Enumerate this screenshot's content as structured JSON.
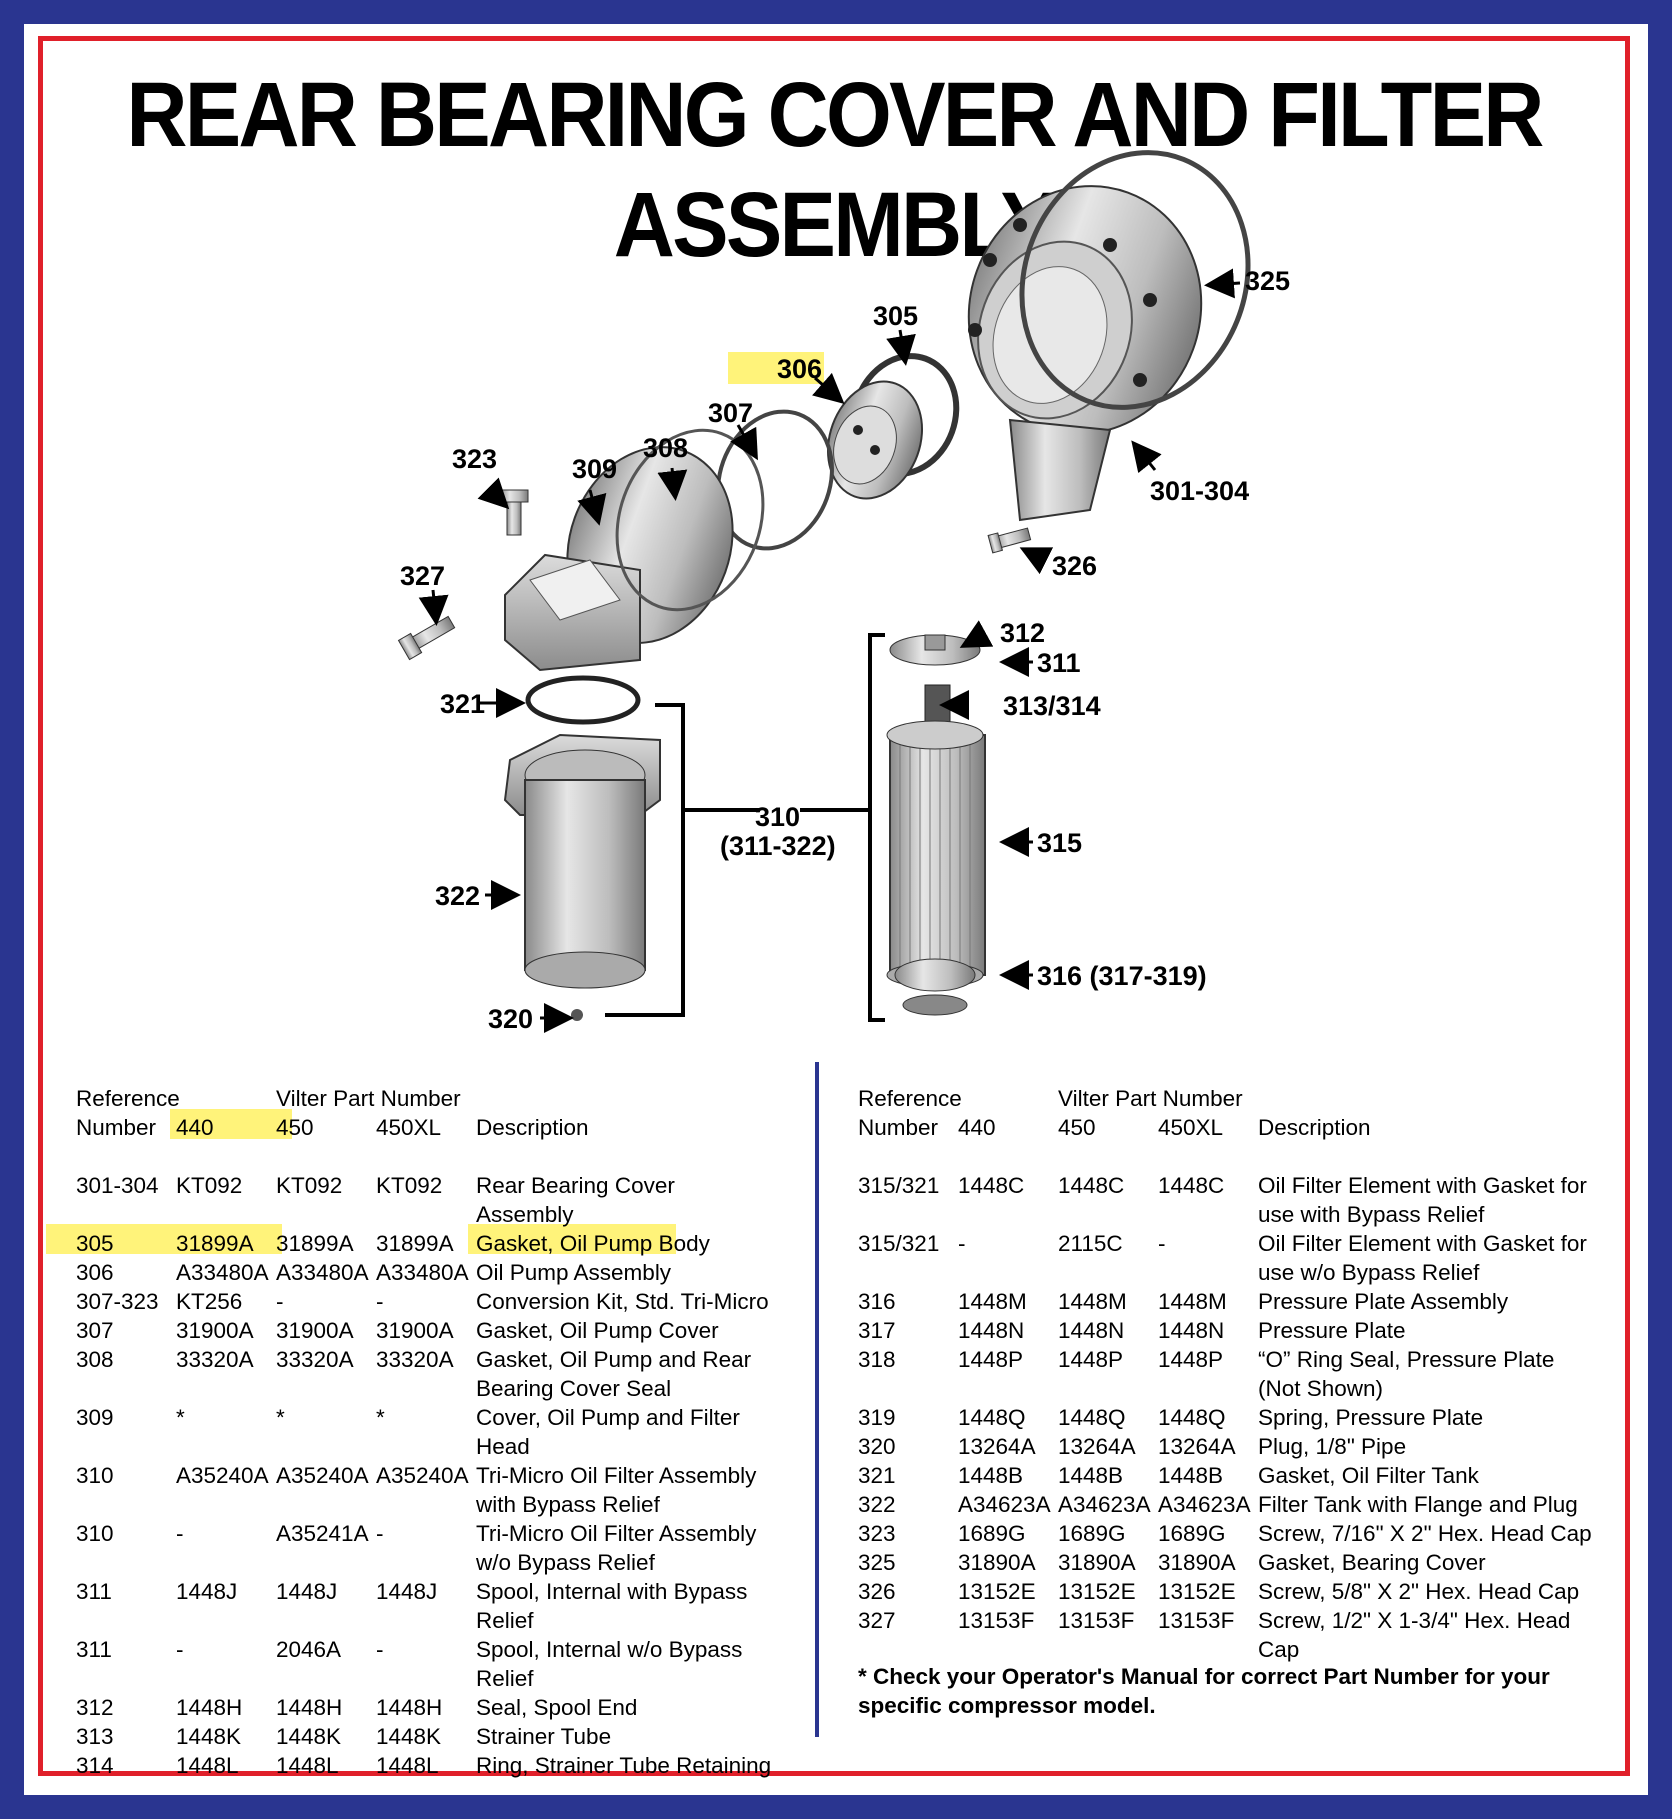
{
  "title": "REAR BEARING COVER AND FILTER ASSEMBLY",
  "callouts": {
    "c325": "325",
    "c305": "305",
    "c306": "306",
    "c307": "307",
    "c308": "308",
    "c309": "309",
    "c323": "323",
    "c301_304": "301-304",
    "c326": "326",
    "c327": "327",
    "c312": "312",
    "c311": "311",
    "c313_314": "313/314",
    "c321": "321",
    "c310": "310",
    "c310_range": "(311-322)",
    "c315": "315",
    "c322": "322",
    "c316": "316 (317-319)",
    "c320": "320"
  },
  "table_headers": {
    "reference": "Reference",
    "number": "Number",
    "vilter": "Vilter Part Number",
    "col440": "440",
    "col450": "450",
    "col450xl": "450XL",
    "description": "Description"
  },
  "left_rows": [
    {
      "ref": "301-304",
      "p440": "KT092",
      "p450": "KT092",
      "p450xl": "KT092",
      "desc": "Rear Bearing Cover Assembly"
    },
    {
      "ref": "305",
      "p440": "31899A",
      "p450": "31899A",
      "p450xl": "31899A",
      "desc": "Gasket, Oil Pump Body"
    },
    {
      "ref": "306",
      "p440": "A33480A",
      "p450": "A33480A",
      "p450xl": "A33480A",
      "desc": "Oil Pump Assembly"
    },
    {
      "ref": "307-323",
      "p440": "KT256",
      "p450": "-",
      "p450xl": "-",
      "desc": "Conversion Kit, Std. Tri-Micro"
    },
    {
      "ref": "307",
      "p440": "31900A",
      "p450": "31900A",
      "p450xl": "31900A",
      "desc": "Gasket, Oil Pump Cover"
    },
    {
      "ref": "308",
      "p440": "33320A",
      "p450": "33320A",
      "p450xl": "33320A",
      "desc": "Gasket, Oil Pump and Rear Bearing Cover Seal"
    },
    {
      "ref": "309",
      "p440": "*",
      "p450": "*",
      "p450xl": "*",
      "desc": "Cover, Oil Pump and Filter Head"
    },
    {
      "ref": "310",
      "p440": "A35240A",
      "p450": "A35240A",
      "p450xl": "A35240A",
      "desc": "Tri-Micro Oil Filter Assembly with Bypass Relief"
    },
    {
      "ref": "310",
      "p440": "-",
      "p450": "A35241A",
      "p450xl": "-",
      "desc": "Tri-Micro Oil Filter Assembly w/o Bypass Relief"
    },
    {
      "ref": "311",
      "p440": "1448J",
      "p450": "1448J",
      "p450xl": "1448J",
      "desc": "Spool, Internal with Bypass Relief"
    },
    {
      "ref": "311",
      "p440": "-",
      "p450": "2046A",
      "p450xl": "-",
      "desc": "Spool, Internal w/o Bypass Relief"
    },
    {
      "ref": "312",
      "p440": "1448H",
      "p450": "1448H",
      "p450xl": "1448H",
      "desc": "Seal, Spool End"
    },
    {
      "ref": "313",
      "p440": "1448K",
      "p450": "1448K",
      "p450xl": "1448K",
      "desc": "Strainer Tube"
    },
    {
      "ref": "314",
      "p440": "1448L",
      "p450": "1448L",
      "p450xl": "1448L",
      "desc": "Ring, Strainer Tube Retaining"
    }
  ],
  "right_rows": [
    {
      "ref": "315/321",
      "p440": "1448C",
      "p450": "1448C",
      "p450xl": "1448C",
      "desc": "Oil Filter Element with Gasket for use with Bypass Relief"
    },
    {
      "ref": "315/321",
      "p440": "-",
      "p450": "2115C",
      "p450xl": "-",
      "desc": "Oil Filter Element with Gasket for use w/o Bypass Relief"
    },
    {
      "ref": "316",
      "p440": "1448M",
      "p450": "1448M",
      "p450xl": "1448M",
      "desc": "Pressure Plate Assembly"
    },
    {
      "ref": "317",
      "p440": "1448N",
      "p450": "1448N",
      "p450xl": "1448N",
      "desc": "Pressure Plate"
    },
    {
      "ref": "318",
      "p440": "1448P",
      "p450": "1448P",
      "p450xl": "1448P",
      "desc": "“O” Ring Seal, Pressure Plate (Not Shown)"
    },
    {
      "ref": "319",
      "p440": "1448Q",
      "p450": "1448Q",
      "p450xl": "1448Q",
      "desc": "Spring, Pressure Plate"
    },
    {
      "ref": "320",
      "p440": "13264A",
      "p450": "13264A",
      "p450xl": "13264A",
      "desc": "Plug, 1/8\" Pipe"
    },
    {
      "ref": "321",
      "p440": "1448B",
      "p450": "1448B",
      "p450xl": "1448B",
      "desc": "Gasket, Oil Filter Tank"
    },
    {
      "ref": "322",
      "p440": "A34623A",
      "p450": "A34623A",
      "p450xl": "A34623A",
      "desc": "Filter Tank with Flange and Plug"
    },
    {
      "ref": "323",
      "p440": "1689G",
      "p450": "1689G",
      "p450xl": "1689G",
      "desc": "Screw, 7/16\" X 2\" Hex. Head Cap"
    },
    {
      "ref": "325",
      "p440": "31890A",
      "p450": "31890A",
      "p450xl": "31890A",
      "desc": "Gasket, Bearing Cover"
    },
    {
      "ref": "326",
      "p440": "13152E",
      "p450": "13152E",
      "p450xl": "13152E",
      "desc": "Screw, 5/8\" X 2\" Hex. Head Cap"
    },
    {
      "ref": "327",
      "p440": "13153F",
      "p450": "13153F",
      "p450xl": "13153F",
      "desc": "Screw, 1/2\" X 1-3/4\" Hex. Head Cap"
    }
  ],
  "footnote": "* Check your Operator's Manual for correct Part Number for your specific compressor model.",
  "colors": {
    "border_blue": "#2a3590",
    "border_red": "#e0202a",
    "highlight": "#fff37a"
  }
}
